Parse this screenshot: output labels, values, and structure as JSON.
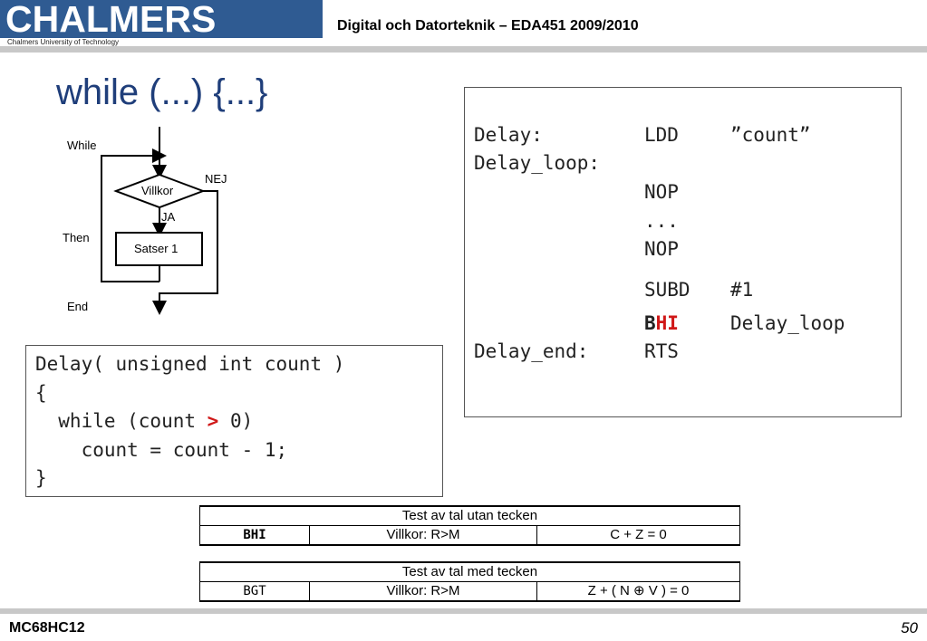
{
  "header": {
    "logo_text": "CHALMERS",
    "logo_subtitle": "Chalmers University of Technology",
    "course_title": "Digital och Datorteknik – EDA451 2009/2010",
    "brand_color": "#2f5b92"
  },
  "slide": {
    "title": "while (...) {...}"
  },
  "flowchart": {
    "while_label": "While",
    "condition_label": "Villkor",
    "no_label": "NEJ",
    "yes_label": "JA",
    "then_label": "Then",
    "statement_label": "Satser 1",
    "end_label": "End"
  },
  "asm_code": {
    "line1_label": "Delay:",
    "line1_op": "LDD",
    "line1_arg": "”count”",
    "line2_label": "Delay_loop:",
    "line3_op": "NOP",
    "line4_op": "...",
    "line5_op": "NOP",
    "line6_op": "SUBD",
    "line6_arg": "#1",
    "line7_op_black": "B",
    "line7_op_red": "HI",
    "line7_arg": "Delay_loop",
    "line8_label": "Delay_end:",
    "line8_op": "RTS"
  },
  "c_code": {
    "line1": "Delay( unsigned int count )",
    "line2": "{",
    "line3_pre": "  while (count ",
    "line3_op": ">",
    "line3_post": " 0)",
    "line4": "    count = count - 1;",
    "line5": "}"
  },
  "table_unsigned": {
    "header": "Test av tal utan tecken",
    "instr": "BHI",
    "condition": "Villkor: R>M",
    "flags": "C + Z = 0"
  },
  "table_signed": {
    "header": "Test av tal med tecken",
    "instr": "BGT",
    "condition": "Villkor: R>M",
    "flags": "Z + ( N ⊕ V ) = 0"
  },
  "footer": {
    "left": "MC68HC12",
    "page_number": "50"
  }
}
